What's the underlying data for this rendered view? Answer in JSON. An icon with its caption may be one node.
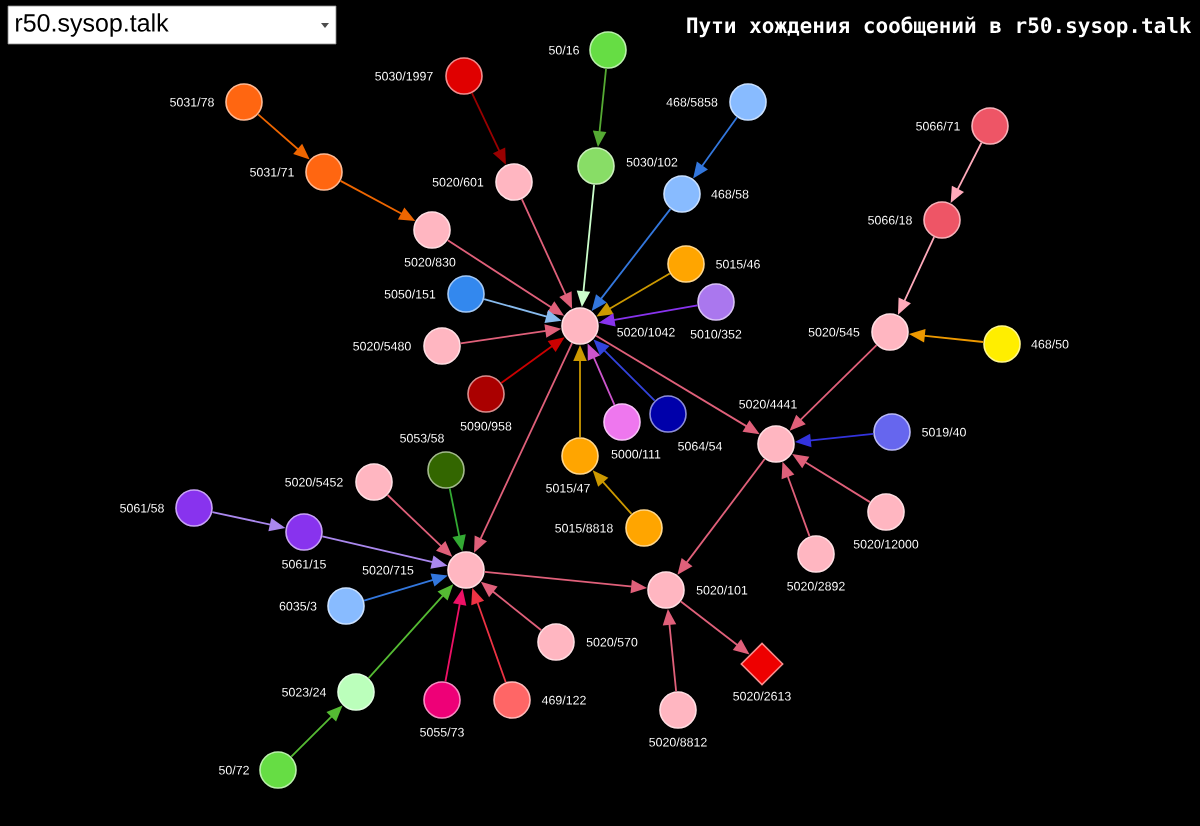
{
  "diagram": {
    "title": "Пути хождения сообщений в r50.sysop.talk",
    "nodes": [
      {
        "text": [
          "5030/1997"
        ]
      },
      {
        "text": [
          "50/16"
        ]
      },
      {
        "text": [
          "5031/78"
        ]
      },
      {
        "text": [
          "468/5858"
        ]
      },
      {
        "text": [
          "5066/71"
        ]
      },
      {
        "text": [
          "5020/601"
        ]
      },
      {
        "text": [
          "5030/102"
        ]
      },
      {
        "text": [
          "5031/71"
        ]
      },
      {
        "text": [
          "468/58"
        ]
      },
      {
        "text": [
          "5020/830"
        ]
      },
      {
        "text": [
          "5066/18"
        ]
      },
      {
        "text": [
          "5015/46"
        ]
      },
      {
        "text": [
          "5050/151"
        ]
      },
      {
        "text": [
          "5010/352"
        ]
      },
      {
        "text": [
          "5020/1042"
        ]
      },
      {
        "text": [
          "5020/545"
        ]
      },
      {
        "text": [
          "468/50"
        ]
      },
      {
        "text": [
          "5020/5480"
        ]
      },
      {
        "text": [
          "5090/958"
        ]
      },
      {
        "text": [
          "5000/111"
        ]
      },
      {
        "text": [
          "5064/54"
        ]
      },
      {
        "text": [
          "5019/40"
        ]
      },
      {
        "text": [
          "5020/4441"
        ]
      },
      {
        "text": [
          "5015/47"
        ]
      },
      {
        "text": [
          "5053/58"
        ]
      },
      {
        "text": [
          "5020/5452"
        ]
      },
      {
        "text": [
          "5020/12000"
        ]
      },
      {
        "text": [
          "5061/58"
        ]
      },
      {
        "text": [
          "5015/8818"
        ]
      },
      {
        "text": [
          "5061/15"
        ]
      },
      {
        "text": [
          "5020/2892"
        ]
      },
      {
        "text": [
          "5020/715"
        ]
      },
      {
        "text": [
          "5020/101"
        ]
      },
      {
        "text": [
          "6035/3"
        ]
      },
      {
        "text": [
          "5020/570"
        ]
      },
      {
        "text": [
          "5020/2613"
        ]
      },
      {
        "text": [
          "5023/24"
        ]
      },
      {
        "text": [
          "5055/73"
        ]
      },
      {
        "text": [
          "469/122"
        ]
      },
      {
        "text": [
          "5020/8812"
        ]
      },
      {
        "text": [
          "50/72"
        ]
      }
    ],
    "edges": [
      {
        "from": 0,
        "to": 5,
        "arrow": "to",
        "color": "#990000"
      },
      {
        "from": 1,
        "to": 6,
        "arrow": "to",
        "color": "#55aa33"
      },
      {
        "from": 2,
        "to": 7,
        "arrow": "to",
        "color": "#ee6600"
      },
      {
        "from": 7,
        "to": 9,
        "arrow": "to",
        "color": "#ee6600"
      },
      {
        "from": 3,
        "to": 8,
        "arrow": "to",
        "color": "#3377dd"
      },
      {
        "from": 4,
        "to": 10,
        "arrow": "to",
        "color": "#ffaabb"
      },
      {
        "from": 10,
        "to": 15,
        "arrow": "to",
        "color": "#ffaabb"
      },
      {
        "from": 5,
        "to": 14,
        "arrow": "to"
      },
      {
        "from": 6,
        "to": 14,
        "arrow": "to",
        "color": "#ccffcc"
      },
      {
        "from": 8,
        "to": 14,
        "arrow": "to",
        "color": "#3377dd"
      },
      {
        "from": 9,
        "to": 14,
        "arrow": "to"
      },
      {
        "from": 11,
        "to": 14,
        "arrow": "to",
        "color": "#cc9900"
      },
      {
        "from": 12,
        "to": 14,
        "arrow": "to",
        "color": "#88bbee"
      },
      {
        "from": 13,
        "to": 14,
        "arrow": "to",
        "color": "#8833ee"
      },
      {
        "from": 17,
        "to": 14,
        "arrow": "to"
      },
      {
        "from": 18,
        "to": 14,
        "arrow": "to",
        "color": "#cc0000"
      },
      {
        "from": 19,
        "to": 14,
        "arrow": "to",
        "color": "#cc55cc"
      },
      {
        "from": 20,
        "to": 14,
        "arrow": "to",
        "color": "#3344dd"
      },
      {
        "from": 23,
        "to": 14,
        "arrow": "to",
        "color": "#cc9900"
      },
      {
        "from": 28,
        "to": 23,
        "arrow": "to",
        "color": "#cc9900"
      },
      {
        "from": 14,
        "to": 22,
        "arrow": "to"
      },
      {
        "from": 15,
        "to": 22,
        "arrow": "to"
      },
      {
        "from": 16,
        "to": 15,
        "arrow": "to",
        "color": "#ee9900"
      },
      {
        "from": 21,
        "to": 22,
        "arrow": "to",
        "color": "#3333dd"
      },
      {
        "from": 26,
        "to": 22,
        "arrow": "to"
      },
      {
        "from": 30,
        "to": 22,
        "arrow": "to"
      },
      {
        "from": 22,
        "to": 32,
        "arrow": "to"
      },
      {
        "from": 31,
        "to": 32,
        "arrow": "to"
      },
      {
        "from": 32,
        "to": 35,
        "arrow": "to"
      },
      {
        "from": 39,
        "to": 32,
        "arrow": "to"
      },
      {
        "from": 14,
        "to": 31,
        "arrow": "to"
      },
      {
        "from": 25,
        "to": 31,
        "arrow": "to"
      },
      {
        "from": 24,
        "to": 31,
        "arrow": "to",
        "color": "#33aa33"
      },
      {
        "from": 27,
        "to": 29,
        "arrow": "to",
        "color": "#aa88ee"
      },
      {
        "from": 29,
        "to": 31,
        "arrow": "to",
        "color": "#aa88ee"
      },
      {
        "from": 33,
        "to": 31,
        "arrow": "to",
        "color": "#3377dd"
      },
      {
        "from": 40,
        "to": 36,
        "arrow": "to",
        "color": "#55bb33"
      },
      {
        "from": 36,
        "to": 31,
        "arrow": "to",
        "color": "#55bb33"
      },
      {
        "from": 37,
        "to": 31,
        "arrow": "to",
        "color": "#ee1166"
      },
      {
        "from": 38,
        "to": 31,
        "arrow": "to",
        "color": "#ee3344"
      },
      {
        "from": 34,
        "to": 31,
        "arrow": "to"
      }
    ],
    "labels": [
      "r50.sysop.talk"
    ]
  }
}
